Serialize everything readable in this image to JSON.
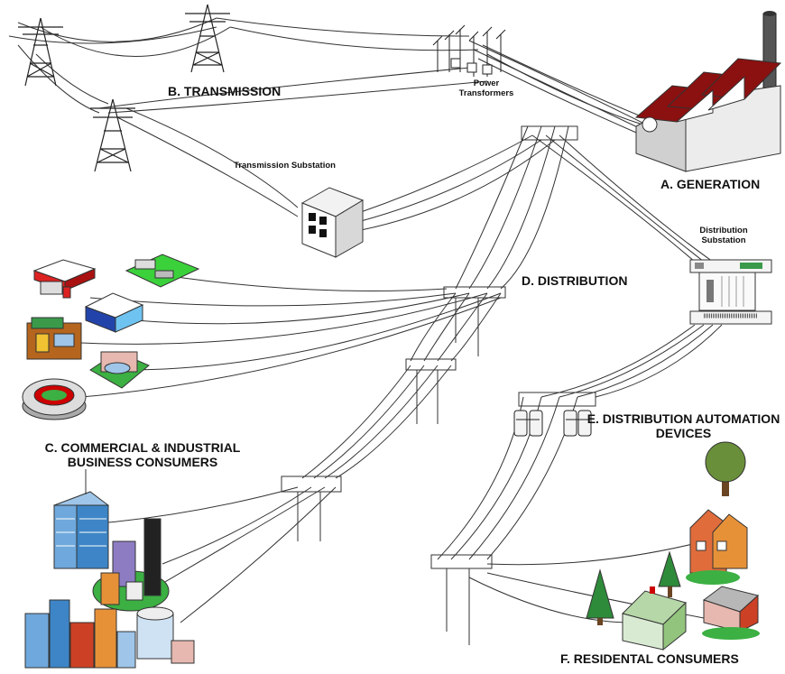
{
  "labels": {
    "generation": "A. GENERATION",
    "transmission": "B. TRANSMISSION",
    "commercial_line1": "C. COMMERCIAL & INDUSTRIAL",
    "commercial_line2": "BUSINESS CONSUMERS",
    "distribution": "D. DISTRIBUTION",
    "automation_line1": "E. DISTRIBUTION AUTOMATION",
    "automation_line2": "DEVICES",
    "residential": "F. RESIDENTAL CONSUMERS",
    "power_transformers_line1": "Power",
    "power_transformers_line2": "Transformers",
    "transmission_substation": "Transmission Substation",
    "distribution_substation_line1": "Distribution",
    "distribution_substation_line2": "Substation"
  },
  "colors": {
    "wire": "#333333",
    "factory_roof": "#8b1010",
    "factory_wall": "#e8e8e8",
    "tree": "#2e8b3a",
    "building_blue": "#6fa8dc",
    "grass": "#3cb043"
  }
}
